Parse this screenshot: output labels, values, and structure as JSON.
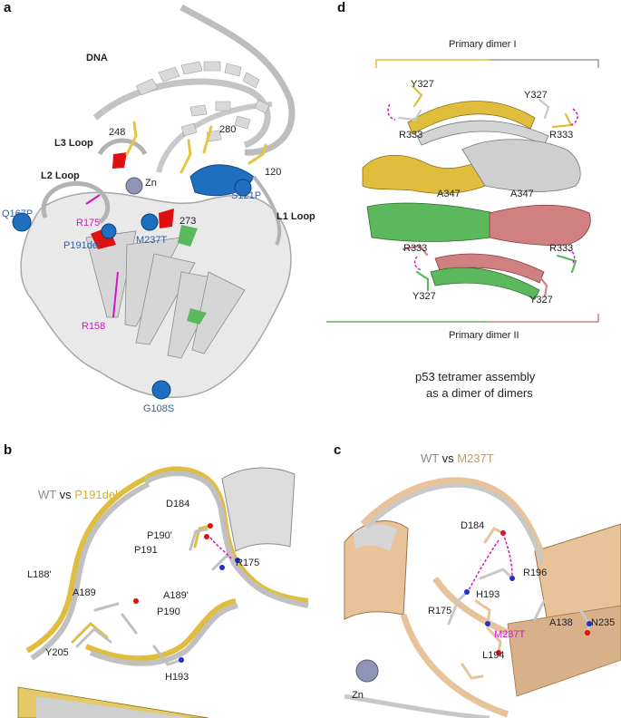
{
  "panel_a": {
    "label": "a",
    "texts": {
      "dna": "DNA",
      "l3_loop": "L3 Loop",
      "l2_loop": "L2 Loop",
      "l1_loop": "L1 Loop",
      "zn": "Zn",
      "r248": "248",
      "r280": "280",
      "r273": "273",
      "r120": "120",
      "q167p": "Q167P",
      "r175": "R175",
      "p191del": "P191del",
      "m237t": "M237T",
      "s121p": "S121P",
      "r158": "R158",
      "g108s": "G108S"
    }
  },
  "panel_b": {
    "label": "b",
    "title_wt": "WT",
    "title_vs": "vs",
    "title_mut": "P191del",
    "texts": {
      "d184": "D184",
      "p190p": "P190'",
      "p191": "P191",
      "r175": "R175",
      "l188p": "L188'",
      "a189": "A189",
      "a189p": "A189'",
      "p190": "P190",
      "y205": "Y205",
      "h193": "H193"
    }
  },
  "panel_c": {
    "label": "c",
    "title_wt": "WT",
    "title_vs": "vs",
    "title_mut": "M237T",
    "texts": {
      "d184": "D184",
      "r196": "R196",
      "r175": "R175",
      "h193": "H193",
      "a138": "A138",
      "n235": "N235",
      "m237t": "M237T",
      "l194": "L194",
      "zn": "Zn"
    }
  },
  "panel_d": {
    "label": "d",
    "dimer1": "Primary dimer I",
    "dimer2": "Primary dimer II",
    "texts": {
      "y327_tl": "Y327",
      "y327_tr": "Y327",
      "r333_tl": "R333",
      "r333_tr": "R333",
      "a347_l": "A347",
      "a347_r": "A347",
      "r333_bl": "R333",
      "r333_br": "R333",
      "y327_bl": "Y327",
      "y327_br": "Y327"
    },
    "caption_line1": "p53 tetramer assembly",
    "caption_line2": "as a dimer of dimers"
  },
  "colors": {
    "helix_gold": "#e0bd3c",
    "helix_grey": "#c8c8c8",
    "helix_green": "#5cb85c",
    "helix_salmon": "#d08080",
    "mut_blue": "#1f6fc0",
    "mut_red": "#e01010",
    "wheat": "#e8c39a",
    "magenta": "#d414c8"
  }
}
